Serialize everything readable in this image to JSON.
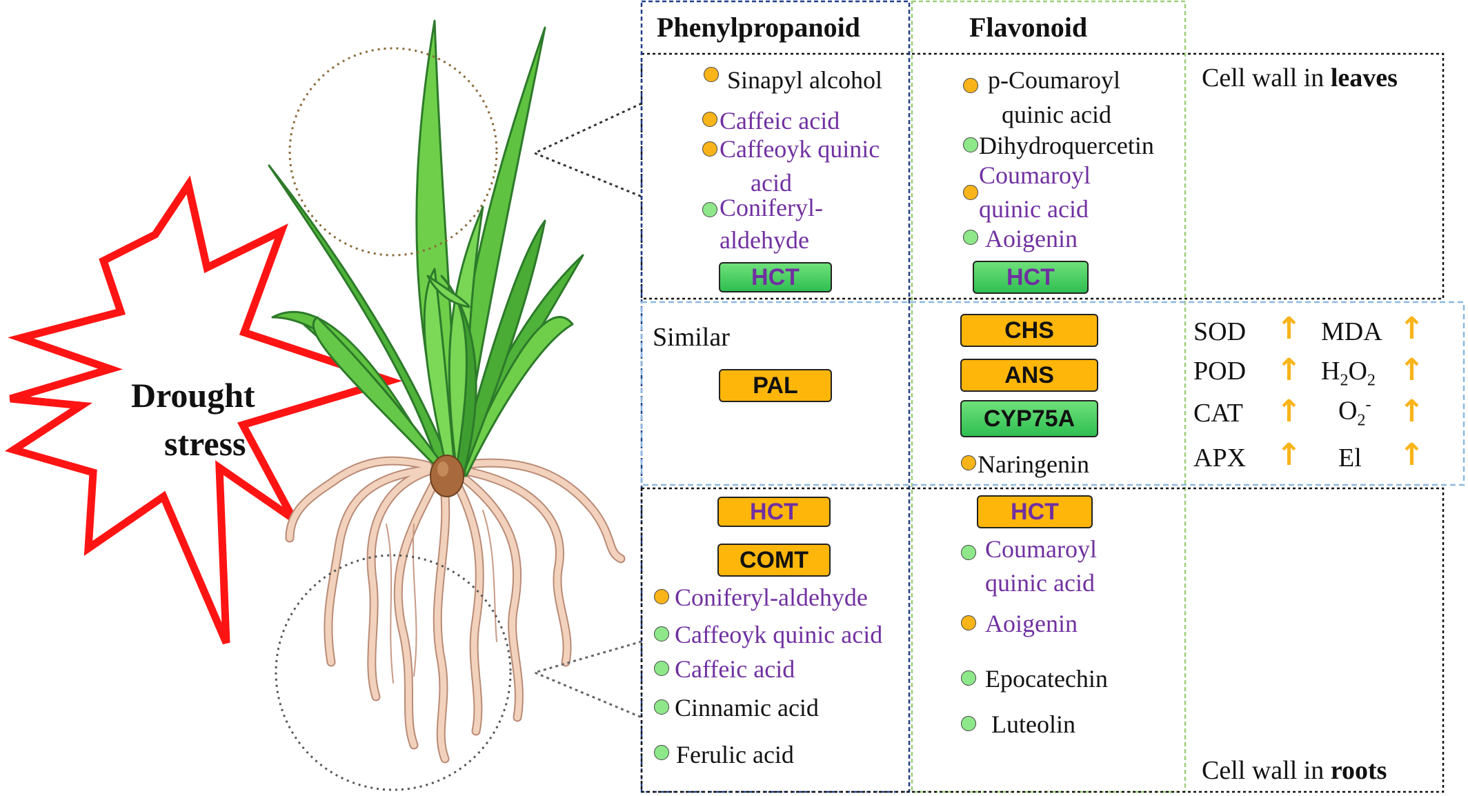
{
  "drought": {
    "line1": "Drought",
    "line2": "stress"
  },
  "columns": {
    "phenyl": "Phenylpropanoid",
    "flav": "Flavonoid"
  },
  "leaves": {
    "label_prefix": "Cell wall in ",
    "label_bold": "leaves",
    "phenyl": [
      {
        "text": "Sinapyl alcohol",
        "dot": "orange",
        "color": "black"
      },
      {
        "text": "Caffeic acid",
        "dot": "orange",
        "color": "purple"
      },
      {
        "text": "Caffeoyk quinic",
        "text2": "acid",
        "dot": "orange",
        "color": "purple"
      },
      {
        "text": "Coniferyl-",
        "text2": "aldehyde",
        "dot": "green",
        "color": "purple"
      }
    ],
    "phenyl_enzyme": "HCT",
    "flav": [
      {
        "text": "p-Coumaroyl",
        "text2": "quinic acid",
        "dot": "orange",
        "color": "black"
      },
      {
        "text": "Dihydroquercetin",
        "dot": "green",
        "color": "black"
      },
      {
        "text": "Coumaroyl",
        "text2": "quinic acid",
        "dot": "orange",
        "color": "purple"
      },
      {
        "text": "Aoigenin",
        "dot": "green",
        "color": "purple"
      }
    ],
    "flav_enzyme": "HCT"
  },
  "middle": {
    "phenyl_text": "Similar",
    "phenyl_enzyme": "PAL",
    "flav_enzymes": [
      "CHS",
      "ANS",
      "CYP75A"
    ],
    "flav_metab": "Naringenin",
    "indicators_left": [
      "SOD",
      "POD",
      "CAT",
      "APX"
    ],
    "indicators_right": {
      "mda": "MDA",
      "h2o2": {
        "h": "H",
        "s1": "2",
        "o": "O",
        "s2": "2"
      },
      "o2": {
        "o": "O",
        "sub": "2",
        "sup": "-"
      },
      "el": "El"
    },
    "arrow_color": "#f8b419"
  },
  "roots": {
    "label_prefix": "Cell wall in ",
    "label_bold": "roots",
    "phenyl_enzymes": [
      "HCT",
      "COMT"
    ],
    "phenyl": [
      {
        "text": "Coniferyl-aldehyde",
        "dot": "orange",
        "color": "purple"
      },
      {
        "text": "Caffeoyk quinic acid",
        "dot": "green",
        "color": "purple"
      },
      {
        "text": "Caffeic acid",
        "dot": "green",
        "color": "purple"
      },
      {
        "text": "Cinnamic acid",
        "dot": "green",
        "color": "black"
      },
      {
        "text": "Ferulic acid",
        "dot": "green",
        "color": "black"
      }
    ],
    "flav_enzyme": "HCT",
    "flav": [
      {
        "text": "Coumaroyl",
        "text2": "quinic acid",
        "dot": "green",
        "color": "purple"
      },
      {
        "text": "Aoigenin",
        "dot": "orange",
        "color": "purple"
      },
      {
        "text": "Epocatechin",
        "dot": "green",
        "color": "black"
      },
      {
        "text": "Luteolin",
        "dot": "green",
        "color": "black"
      }
    ]
  },
  "colors": {
    "star_outline": "#ff1414",
    "orange_dot": "#f8b419",
    "green_dot": "#8ee88a",
    "purple_text": "#7030a0",
    "leaf_green": "#5cc23a",
    "root_beige": "#f2d2bc"
  }
}
